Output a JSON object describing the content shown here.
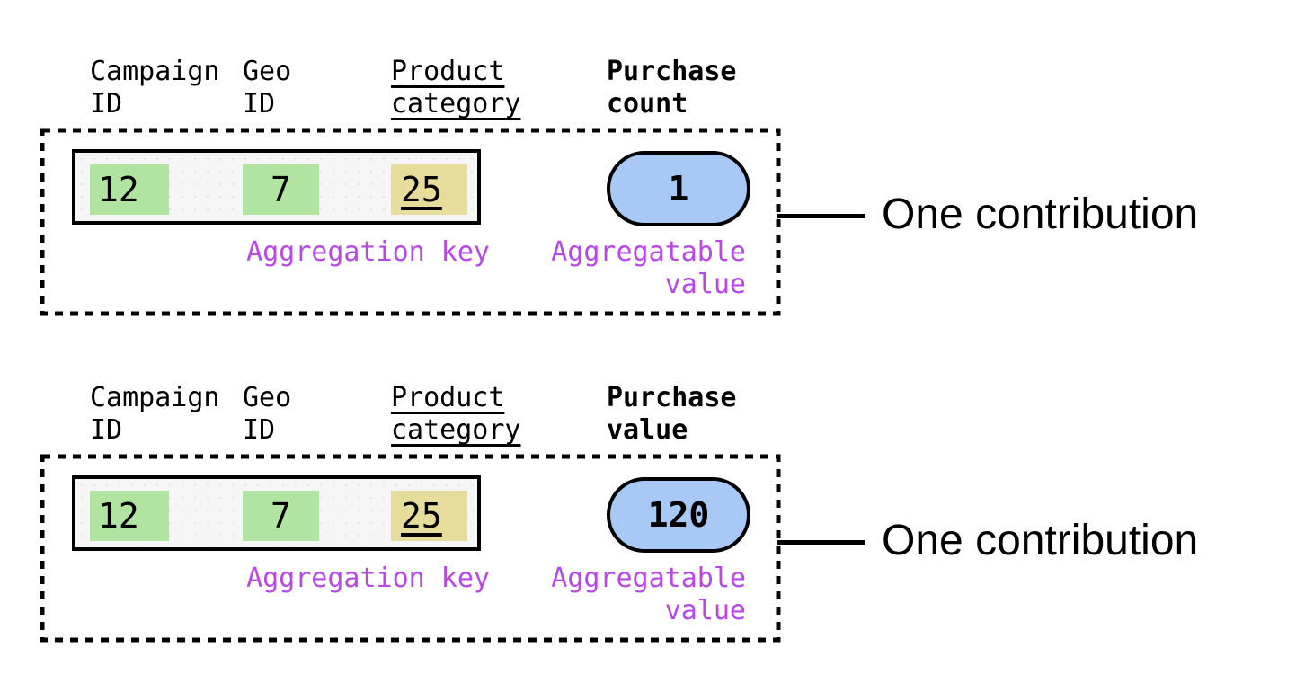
{
  "palette": {
    "key_highlight_green": "#b1e3a1",
    "key_highlight_yellow": "#e6dc9b",
    "value_pill_blue": "#a8c9f5",
    "annotation_purple": "#b847eb",
    "line_black": "#000000",
    "record_background": "#f5f6f5"
  },
  "diagrams": [
    {
      "headers": [
        {
          "label": "Campaign\nID"
        },
        {
          "label": "Geo\nID"
        },
        {
          "label": "Product\ncategory"
        },
        {
          "label": "Purchase\ncount"
        }
      ],
      "cells": [
        {
          "value": "12"
        },
        {
          "value": "7"
        },
        {
          "value": "25"
        }
      ],
      "pill_value": "1",
      "aggregation_key_label": "Aggregation key",
      "aggregatable_value_label": "Aggregatable\nvalue",
      "callout": "One contribution"
    },
    {
      "headers": [
        {
          "label": "Campaign\nID"
        },
        {
          "label": "Geo\nID"
        },
        {
          "label": "Product\ncategory"
        },
        {
          "label": "Purchase\nvalue"
        }
      ],
      "cells": [
        {
          "value": "12"
        },
        {
          "value": "7"
        },
        {
          "value": "25"
        }
      ],
      "pill_value": "120",
      "aggregation_key_label": "Aggregation key",
      "aggregatable_value_label": "Aggregatable\nvalue",
      "callout": "One contribution"
    }
  ]
}
